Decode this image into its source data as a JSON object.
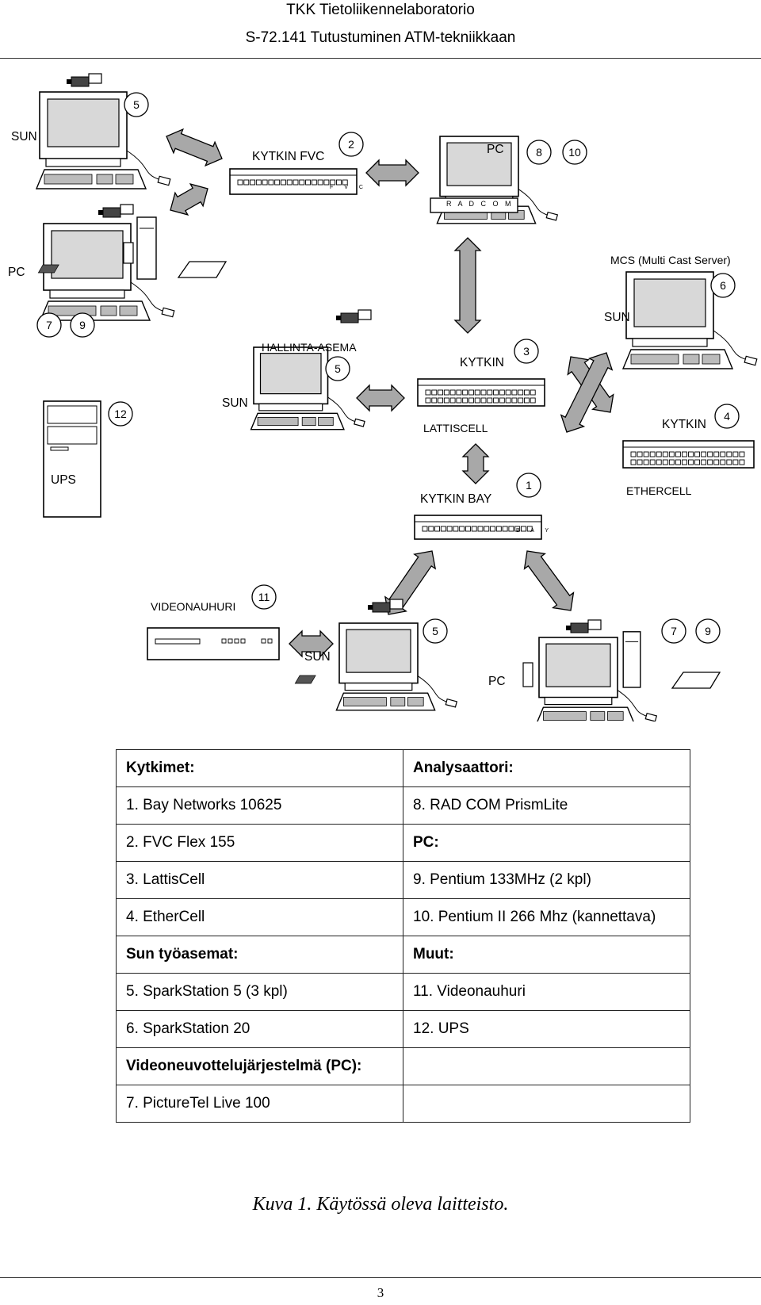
{
  "header": {
    "line1": "TKK Tietoliikennelaboratorio",
    "line2": "S-72.141 Tutustuminen ATM-tekniikkaan"
  },
  "diagram": {
    "labels": {
      "sun_top": "SUN",
      "kytkin_fvc": "KYTKIN FVC",
      "pc_radcom": "PC",
      "radcom_text": "R A D C O M",
      "pc_left": "PC",
      "mcs": "MCS (Multi Cast Server)",
      "sun_mcs": "SUN",
      "hallinta": "HALLINTA-ASEMA",
      "kytkin_latt": "KYTKIN",
      "sun_mid": "SUN",
      "lattiscell": "LATTISCELL",
      "kytkin_ether": "KYTKIN",
      "ups": "UPS",
      "kytkin_bay": "KYTKIN BAY",
      "ethercell": "ETHERCELL",
      "fvc_text": "F V C",
      "bay_text": "B A Y",
      "videonauhuri": "VIDEONAUHURI",
      "sun_bottom": "SUN",
      "pc_bottom": "PC"
    },
    "badges": {
      "b5_top": "5",
      "b2": "2",
      "b8": "8",
      "b10": "10",
      "b6": "6",
      "b7_left": "7",
      "b9_left": "9",
      "b5_hall": "5",
      "b3": "3",
      "b12": "12",
      "b4": "4",
      "b1": "1",
      "b11": "11",
      "b5_bottom": "5",
      "b7_right": "7",
      "b9_right": "9"
    }
  },
  "legend": {
    "rows": [
      [
        "Kytkimet:",
        "Analysaattori:"
      ],
      [
        "1. Bay Networks 10625",
        "8. RAD COM PrismLite"
      ],
      [
        "2. FVC Flex 155",
        "PC:"
      ],
      [
        "3. LattisCell",
        "9. Pentium 133MHz (2 kpl)"
      ],
      [
        "4. EtherCell",
        "10. Pentium II 266 Mhz (kannettava)"
      ],
      [
        "Sun työasemat:",
        "Muut:"
      ],
      [
        "5. SparkStation 5 (3 kpl)",
        "11. Videonauhuri"
      ],
      [
        "6. SparkStation 20",
        "12. UPS"
      ],
      [
        "Videoneuvottelujärjestelmä (PC):",
        ""
      ],
      [
        "7. PictureTel Live 100",
        ""
      ]
    ]
  },
  "caption": "Kuva 1. Käytössä oleva laitteisto.",
  "page_number": "3"
}
